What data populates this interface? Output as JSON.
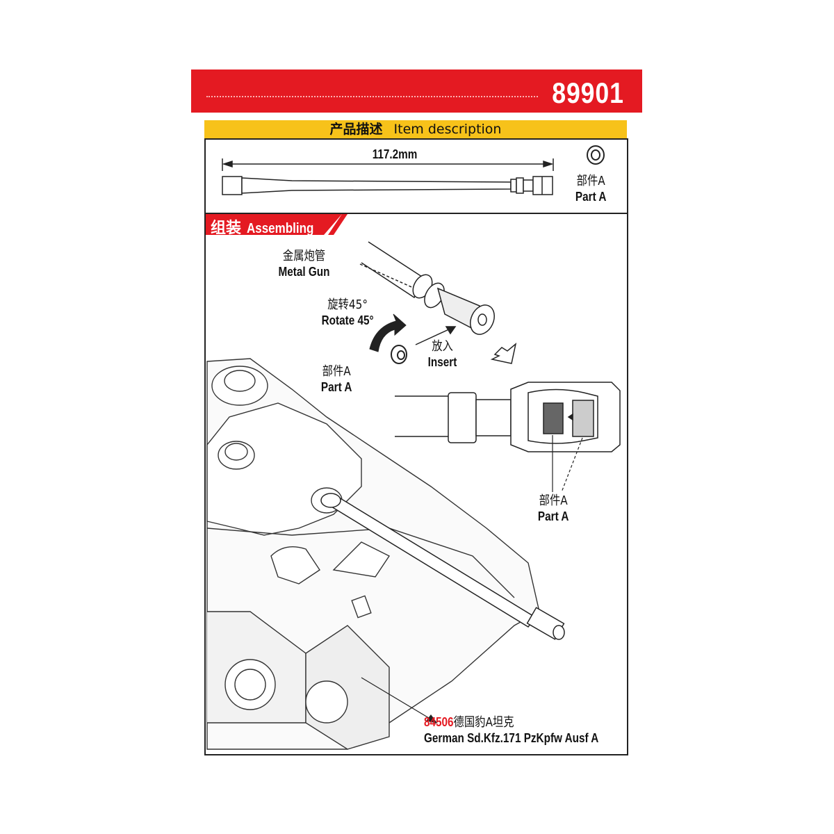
{
  "header": {
    "product_code": "89901"
  },
  "item_description": {
    "title_zh": "产品描述",
    "title_en": "Item description"
  },
  "dimension": "117.2mm",
  "part_a_top": {
    "zh": "部件A",
    "en": "Part A"
  },
  "assembling": {
    "zh": "组装",
    "en": "Assembling"
  },
  "metal_gun": {
    "zh": "金属炮管",
    "en": "Metal Gun"
  },
  "rotate": {
    "zh": "旋转45°",
    "en": "Rotate 45°"
  },
  "part_a_left": {
    "zh": "部件A",
    "en": "Part A"
  },
  "insert": {
    "zh": "放入",
    "en": "Insert"
  },
  "part_a_right": {
    "zh": "部件A",
    "en": "Part A"
  },
  "model": {
    "number": "84506",
    "zh": "德国豹A坦克",
    "en": "German Sd.Kfz.171 PzKpfw Ausf A"
  },
  "colors": {
    "red": "#e41a22",
    "yellow": "#f7c21a"
  }
}
